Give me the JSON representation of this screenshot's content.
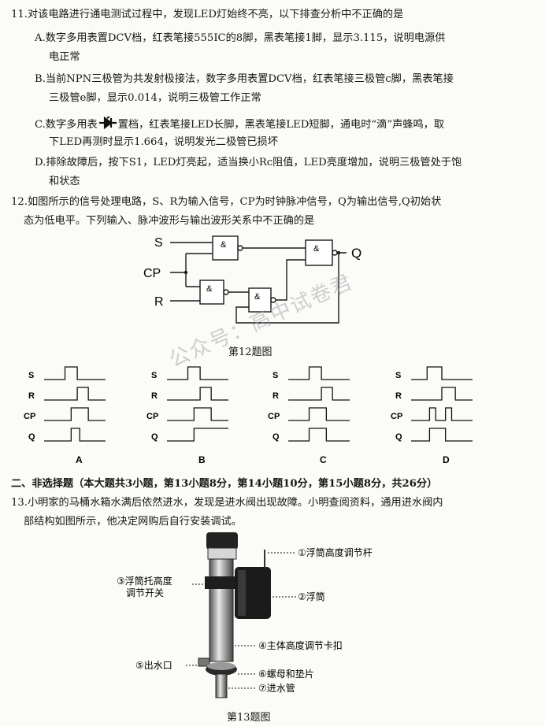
{
  "q11": {
    "stem": "11.对该电路进行通电测试过程中，发现LED灯始终不亮，以下排查分析中不正确的是",
    "A1": "A.数字多用表置DCV档，红表笔接555IC的8脚，黑表笔接1脚，显示3.115，说明电源供",
    "A2": "电正常",
    "B1": "B.当前NPN三极管为共发射极接法，数字多用表置DCV档，红表笔接三极管c脚，黑表笔接",
    "B2": "三极管e脚，显示0.014，说明三极管工作正常",
    "C1a": "C.数字多用表",
    "C1b": "置档，红表笔接LED长脚，黑表笔接LED短脚，通电时“滴”声蜂鸣，取",
    "C2": "下LED再测时显示1.664，说明发光二极管已损坏",
    "D1": "D.排除故障后，按下S1，LED灯亮起，适当换小Rc阻值，LED亮度增加，说明三极管处于饱",
    "D2": "和状态"
  },
  "q12": {
    "stem1": "12.如图所示的信号处理电路，S、R为输入信号，CP为时钟脉冲信号，Q为输出信号,Q初始状",
    "stem2": "态为低电平。下列输入、脉冲波形与输出波形关系中不正确的是",
    "circuit": {
      "S": "S",
      "CP": "CP",
      "R": "R",
      "Q": "Q",
      "gate": "&"
    },
    "caption": "第12题图",
    "wave_labels": [
      "S",
      "R",
      "CP",
      "Q"
    ],
    "options": [
      "A",
      "B",
      "C",
      "D"
    ]
  },
  "section2": "二、非选择题（本大题共3小题，第13小题8分，第14小题10分，第15小题8分，共26分）",
  "q13": {
    "stem1": "13.小明家的马桶水箱水满后依然进水，发现是进水阀出现故障。小明查阅资料，通用进水阀内",
    "stem2": "部结构如图所示，他决定网购后自行安装调试。",
    "labels": {
      "l1": "①浮筒高度调节杆",
      "l2": "②浮筒",
      "l3a": "③浮筒托高度",
      "l3b": "调节开关",
      "l4": "④主体高度调节卡扣",
      "l5": "⑤出水口",
      "l6": "⑥螺母和垫片",
      "l7": "⑦进水管"
    },
    "caption": "第13题图"
  },
  "watermark": "公众号：高中试卷君"
}
